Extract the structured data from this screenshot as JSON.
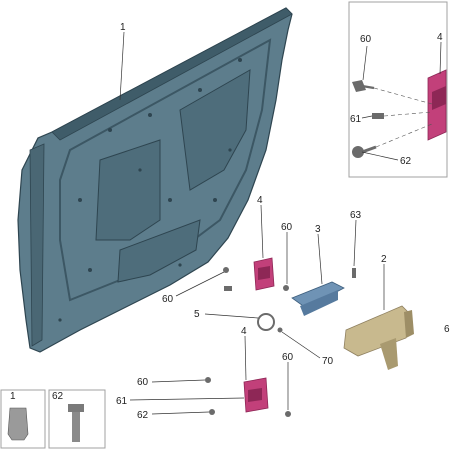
{
  "colors": {
    "door_panel": "#5d7d8c",
    "door_edge": "#2e4550",
    "hinge": "#c2407a",
    "hinge_dark": "#8e2756",
    "handle_blue": "#6f93b5",
    "latch_tan": "#c8b98e",
    "fastener": "#6b6b6b"
  },
  "callouts": {
    "c1": "1",
    "c2": "2",
    "c3": "3",
    "c4a": "4",
    "c4b": "4",
    "c4c": "4",
    "c5": "5",
    "c60a": "60",
    "c60b": "60",
    "c60c": "60",
    "c60d": "60",
    "c61a": "61",
    "c61b": "61",
    "c62a": "62",
    "c62b": "62",
    "c63": "63",
    "c70": "70",
    "c6partial": "6",
    "thumb1_label": "1",
    "thumb2_label": "62"
  }
}
